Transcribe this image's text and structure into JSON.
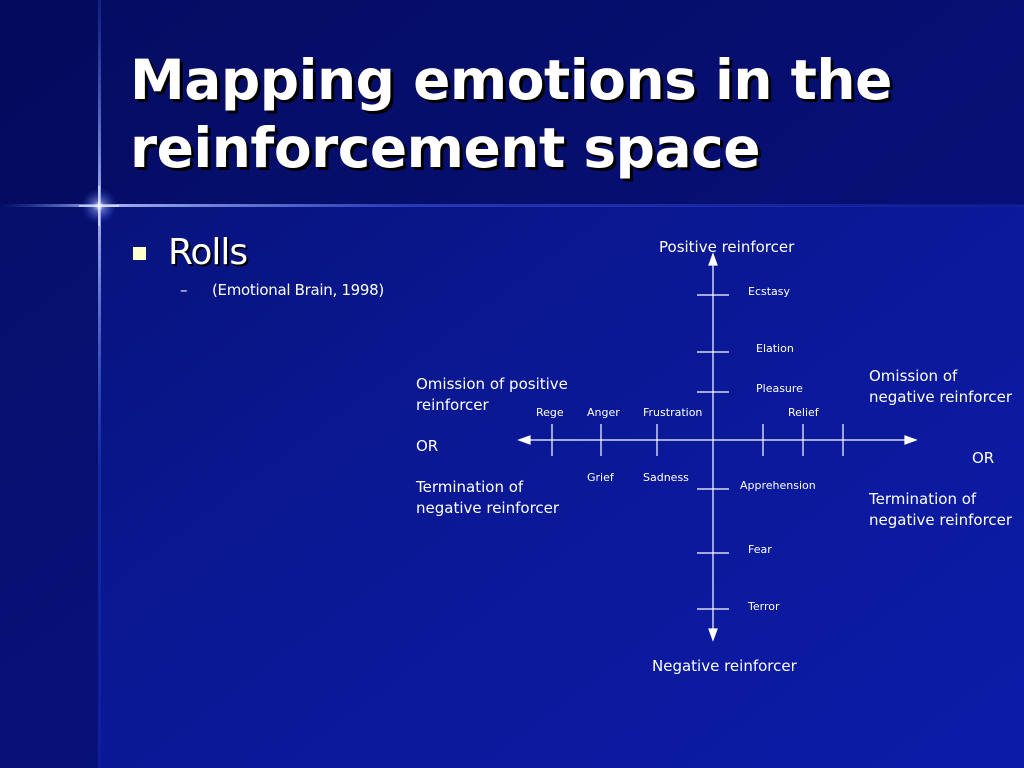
{
  "slide": {
    "title_line1": "Mapping emotions in the",
    "title_line2": "reinforcement space",
    "bullet": "Rolls",
    "sub_bullet": "(Emotional Brain, 1998)"
  },
  "diagram": {
    "axis_top": "Positive reinforcer",
    "axis_bottom": "Negative reinforcer",
    "left_label": {
      "line1": "Omission of positive",
      "line2": "reinforcer",
      "or": "OR",
      "line3": "Termination of",
      "line4": "negative reinforcer"
    },
    "right_label": {
      "line1": "Omission of",
      "line2": "negative reinforcer",
      "or": "OR",
      "line3": "Termination of",
      "line4": "negative reinforcer"
    },
    "emotions": {
      "ecstasy": "Ecstasy",
      "elation": "Elation",
      "pleasure": "Pleasure",
      "rege": "Rege",
      "anger": "Anger",
      "frustration": "Frustration",
      "relief": "Relief",
      "grief": "Grief",
      "sadness": "Sadness",
      "apprehension": "Apprehension",
      "fear": "Fear",
      "terror": "Terror"
    }
  }
}
